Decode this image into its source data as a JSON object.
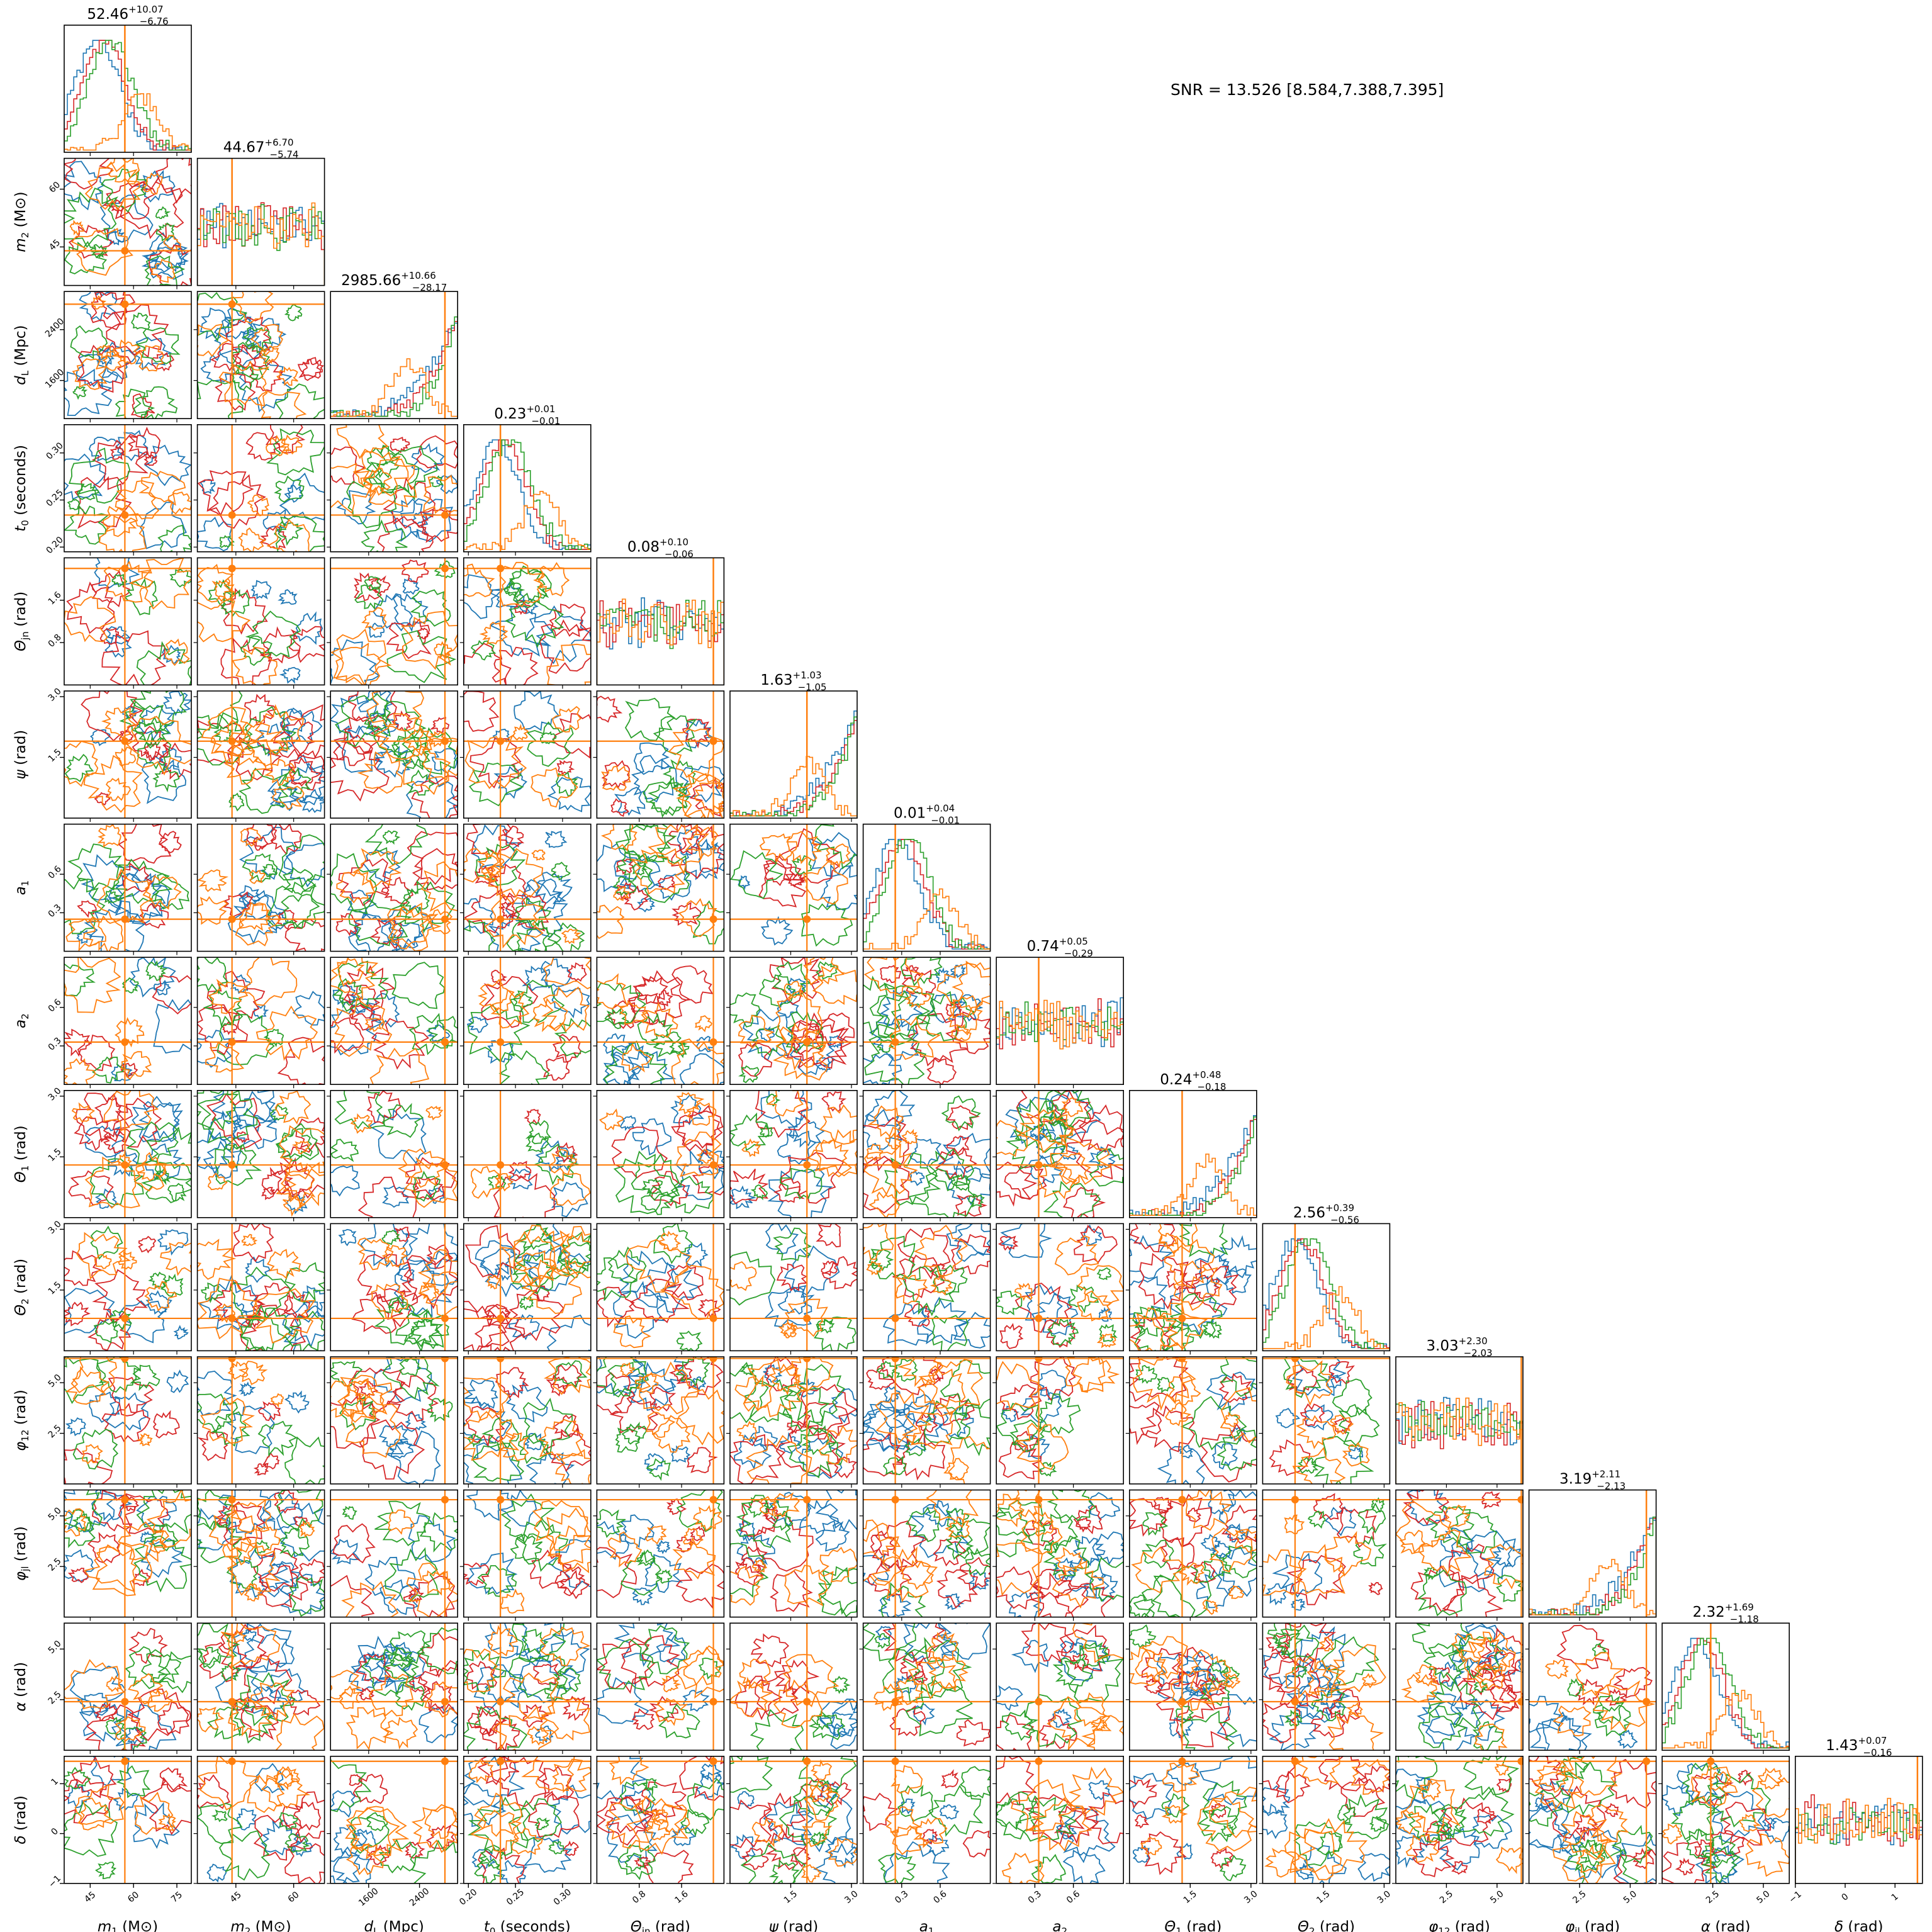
{
  "chart_data": {
    "type": "corner",
    "annotation": "SNR = 13.526 [8.584,7.388,7.395]",
    "colors": {
      "true_value": "#ff7f0e",
      "series_blue": "#1f77b4",
      "series_red": "#d62728",
      "series_green": "#2ca02c",
      "series_orange": "#ff7f0e"
    },
    "parameters": [
      {
        "key": "m1",
        "label": "m1 (M⊙)",
        "sym": "m",
        "sub": "1",
        "unit": "(M⊙)",
        "range": [
          36,
          80
        ],
        "ticks": [
          45,
          60,
          75
        ],
        "ticklabels": [
          "45",
          "60",
          "75"
        ],
        "truth": 57,
        "median": "52.46",
        "plus": "+10.07",
        "minus": "−6.76"
      },
      {
        "key": "m2",
        "label": "m2 (M⊙)",
        "sym": "m",
        "sub": "2",
        "unit": "(M⊙)",
        "range": [
          35,
          68
        ],
        "ticks": [
          45,
          60
        ],
        "ticklabels": [
          "45",
          "60"
        ],
        "truth": 44,
        "median": "44.67",
        "plus": "+6.70",
        "minus": "−5.74"
      },
      {
        "key": "dL",
        "label": "dL (Mpc)",
        "sym": "d",
        "sub": "L",
        "unit": "(Mpc)",
        "range": [
          1000,
          3000
        ],
        "ticks": [
          1600,
          2400
        ],
        "ticklabels": [
          "1600",
          "2400"
        ],
        "truth": 2800,
        "median": "2985.66",
        "plus": "+10.66",
        "minus": "−28.17"
      },
      {
        "key": "t0",
        "label": "t0 (seconds)",
        "sym": "t",
        "sub": "0",
        "unit": "(seconds)",
        "range": [
          0.195,
          0.33
        ],
        "ticks": [
          0.2,
          0.25,
          0.3
        ],
        "ticklabels": [
          "0.20",
          "0.25",
          "0.30"
        ],
        "truth": 0.234,
        "median": "0.23",
        "plus": "+0.01",
        "minus": "−0.01"
      },
      {
        "key": "thetajn",
        "label": "Θjn (rad)",
        "sym": "Θ",
        "sub": "jn",
        "unit": "(rad)",
        "range": [
          0,
          2.4
        ],
        "ticks": [
          0.8,
          1.6
        ],
        "ticklabels": [
          "0.8",
          "1.6"
        ],
        "truth": 2.2,
        "median": "0.08",
        "plus": "+0.10",
        "minus": "−0.06"
      },
      {
        "key": "psi",
        "label": "ψ (rad)",
        "sym": "ψ",
        "sub": "",
        "unit": "(rad)",
        "range": [
          0,
          3.14
        ],
        "ticks": [
          1.5,
          3.0
        ],
        "ticklabels": [
          "1.5",
          "3.0"
        ],
        "truth": 1.9,
        "median": "1.63",
        "plus": "+1.03",
        "minus": "−1.05"
      },
      {
        "key": "a1",
        "label": "a1",
        "sym": "a",
        "sub": "1",
        "unit": "",
        "range": [
          0,
          0.99
        ],
        "ticks": [
          0.3,
          0.6
        ],
        "ticklabels": [
          "0.3",
          "0.6"
        ],
        "truth": 0.25,
        "median": "0.01",
        "plus": "+0.04",
        "minus": "−0.01"
      },
      {
        "key": "a2",
        "label": "a2",
        "sym": "a",
        "sub": "2",
        "unit": "",
        "range": [
          0,
          0.99
        ],
        "ticks": [
          0.3,
          0.6
        ],
        "ticklabels": [
          "0.3",
          "0.6"
        ],
        "truth": 0.33,
        "median": "0.74",
        "plus": "+0.05",
        "minus": "−0.29"
      },
      {
        "key": "theta1",
        "label": "Θ1 (rad)",
        "sym": "Θ",
        "sub": "1",
        "unit": "(rad)",
        "range": [
          0,
          3.14
        ],
        "ticks": [
          1.5,
          3.0
        ],
        "ticklabels": [
          "1.5",
          "3.0"
        ],
        "truth": 1.3,
        "median": "0.24",
        "plus": "+0.48",
        "minus": "−0.18"
      },
      {
        "key": "theta2",
        "label": "Θ2 (rad)",
        "sym": "Θ",
        "sub": "2",
        "unit": "(rad)",
        "range": [
          0,
          3.14
        ],
        "ticks": [
          1.5,
          3.0
        ],
        "ticklabels": [
          "1.5",
          "3.0"
        ],
        "truth": 0.8,
        "median": "2.56",
        "plus": "+0.39",
        "minus": "−0.56"
      },
      {
        "key": "phi12",
        "label": "φ12 (rad)",
        "sym": "φ",
        "sub": "12",
        "unit": "(rad)",
        "range": [
          0,
          6.28
        ],
        "ticks": [
          2.5,
          5.0
        ],
        "ticklabels": [
          "2.5",
          "5.0"
        ],
        "truth": 6.2,
        "median": "3.03",
        "plus": "+2.30",
        "minus": "−2.03"
      },
      {
        "key": "phijl",
        "label": "φjl (rad)",
        "sym": "φ",
        "sub": "jl",
        "unit": "(rad)",
        "range": [
          0,
          6.28
        ],
        "ticks": [
          2.5,
          5.0
        ],
        "ticklabels": [
          "2.5",
          "5.0"
        ],
        "truth": 5.8,
        "median": "3.19",
        "plus": "+2.11",
        "minus": "−2.13"
      },
      {
        "key": "alpha",
        "label": "α (rad)",
        "sym": "α",
        "sub": "",
        "unit": "(rad)",
        "range": [
          0,
          6.28
        ],
        "ticks": [
          2.5,
          5.0
        ],
        "ticklabels": [
          "2.5",
          "5.0"
        ],
        "truth": 2.4,
        "median": "2.32",
        "plus": "+1.69",
        "minus": "−1.18"
      },
      {
        "key": "delta",
        "label": "δ (rad)",
        "sym": "δ",
        "sub": "",
        "unit": "(rad)",
        "range": [
          -1.0,
          1.55
        ],
        "ticks": [
          -1,
          0,
          1
        ],
        "ticklabels": [
          "−1",
          "0",
          "1"
        ],
        "truth": 1.45,
        "median": "1.43",
        "plus": "+0.07",
        "minus": "−0.16"
      }
    ]
  }
}
